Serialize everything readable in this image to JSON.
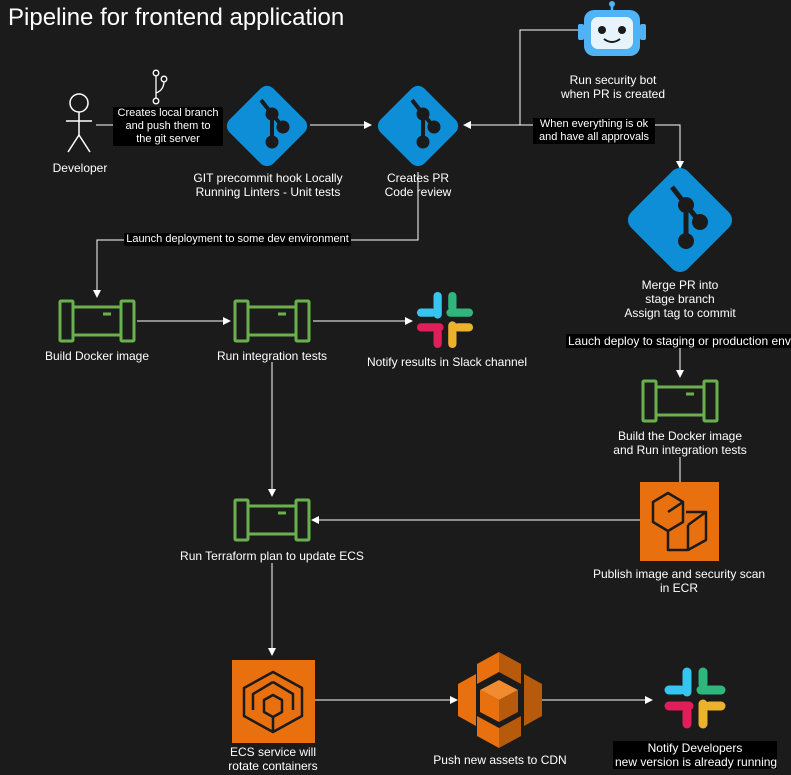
{
  "title": "Pipeline for frontend application",
  "nodes": {
    "developer": "Developer",
    "local_branch": "Creates local branch\nand push them to\nthe git server",
    "precommit": "GIT precommit hook Locally\nRunning Linters - Unit tests",
    "create_pr": "Creates PR\nCode review",
    "security_bot": "Run security bot\nwhen PR is created",
    "merge_pr": "Merge PR into\nstage branch\nAssign tag to commit",
    "build_docker": "Build Docker image",
    "integration_tests": "Run integration tests",
    "notify_slack": "Notify results in Slack channel",
    "build_run_tests": "Build the Docker image\nand Run integration tests",
    "terraform": "Run Terraform plan to update ECS",
    "publish_ecr": "Publish image and security scan\nin ECR",
    "ecs_service": "ECS service will\nrotate containers",
    "push_cdn": "Push new assets to CDN",
    "notify_devs": "Notify Developers\nnew version is already running"
  },
  "edges": {
    "approvals": "When everything is ok\nand have all approvals",
    "launch_dev": "Launch deployment to some dev environment",
    "launch_prod": "Lauch deploy to staging or production env"
  },
  "colors": {
    "background": "#1b1b1b",
    "git": "#0e8ed6",
    "pipeline": "#6ab04c",
    "aws_orange": "#e8700f",
    "bot": "#4fb3f5",
    "line": "#ffffff"
  },
  "icons": [
    "branch-icon",
    "git-icon",
    "robot-icon",
    "pipeline-icon",
    "slack-icon",
    "ecr-icon",
    "ecs-icon",
    "cdn-icon",
    "person-icon"
  ]
}
